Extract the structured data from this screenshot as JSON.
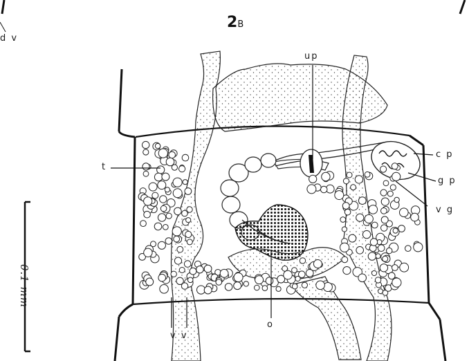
{
  "figure": {
    "title_number": "2",
    "title_letter": "B",
    "scale_bar_label": "0.1 mm",
    "labels": {
      "dv": "d v",
      "up": "up",
      "t": "t",
      "cp": "c p",
      "gp": "g p",
      "vg": "v g",
      "vv": "v v",
      "o": "o"
    }
  },
  "colors": {
    "ink": "#1a1a1a",
    "stipple": "#444444",
    "background": "#ffffff"
  }
}
